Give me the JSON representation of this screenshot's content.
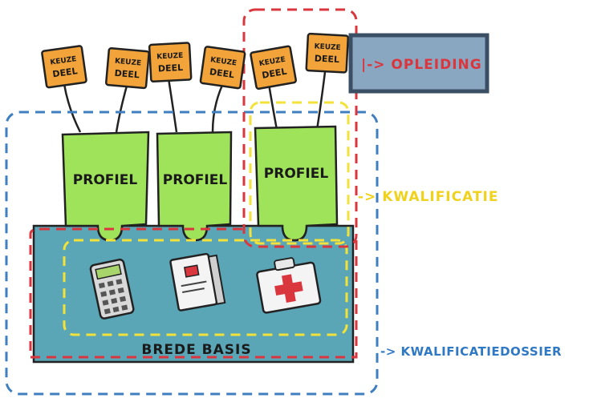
{
  "diagram": {
    "keuze_sign_lines": [
      "KEUZE",
      "DEEL"
    ],
    "profiles": [
      {
        "label": "PROFIEL"
      },
      {
        "label": "PROFIEL"
      },
      {
        "label": "PROFIEL"
      }
    ],
    "base_label": "BREDE BASIS",
    "right_labels": {
      "opleiding": "|-> OPLEIDING",
      "kwalificatie": "-> KWALIFICATIE",
      "kwalificatiedossier": "-> KWALIFICATIEDOSSIER"
    },
    "icons": [
      "calculator-icon",
      "book-icon",
      "first-aid-kit-icon"
    ],
    "colors": {
      "keuze_sign": "#f2a33a",
      "profile_green": "#9fe35a",
      "base_teal": "#5aa6b6",
      "opleiding_box": "#8aa7c2",
      "red_dash": "#d9363e",
      "blue_dash": "#3f7fc0",
      "yellow_dash": "#f2e23a",
      "blue_text": "#2f78c4",
      "yellow_text": "#f0d21c"
    }
  }
}
